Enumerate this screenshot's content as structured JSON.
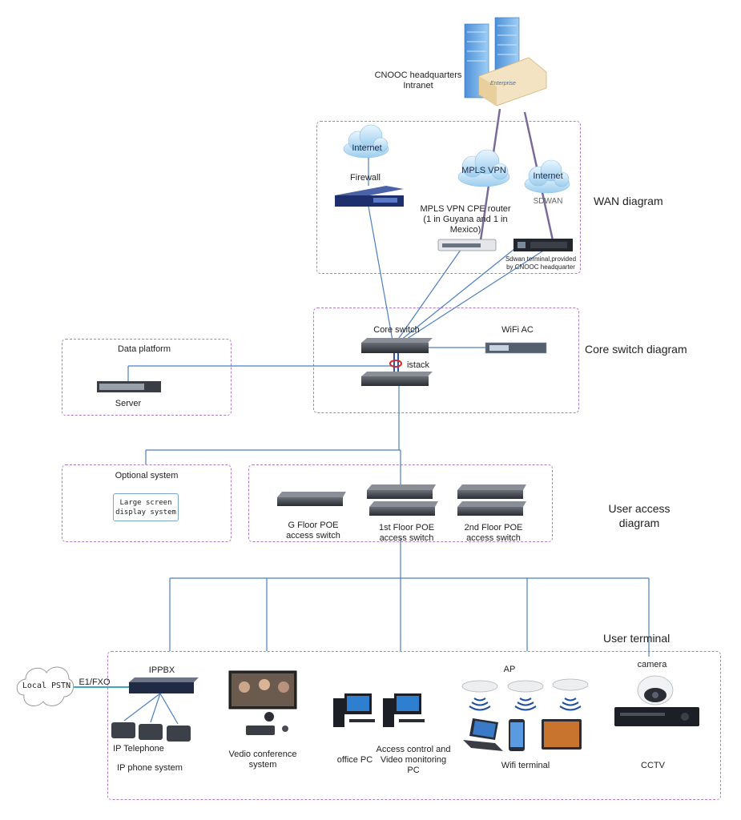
{
  "sections": {
    "wan": "WAN diagram",
    "core": "Core switch diagram",
    "access": "User access diagram",
    "terminal": "User terminal"
  },
  "hq": {
    "label_line1": "CNOOC headquarters",
    "label_line2": "Intranet",
    "building_text": "Enterprise"
  },
  "wan": {
    "internet1": "Internet",
    "firewall": "Firewall",
    "mpls_vpn": "MPLS VPN",
    "internet2": "Internet",
    "sdwan": "SDWAN",
    "cpe_line1": "MPLS VPN CPE router",
    "cpe_line2": "(1 in Guyana and 1 in",
    "cpe_line3": "Mexico)",
    "sdwan_term_line1": "Sdwan terminal,provided",
    "sdwan_term_line2": "by CNOOC headquarter"
  },
  "core": {
    "core_switch": "Core switch",
    "wifi_ac": "WiFi AC",
    "istack": "istack"
  },
  "data_platform": {
    "title": "Data platform",
    "server": "Server"
  },
  "optional": {
    "title": "Optional system",
    "lsd_line1": "Large screen",
    "lsd_line2": "display system"
  },
  "access": {
    "g_line1": "G Floor POE",
    "g_line2": "access switch",
    "f1_line1": "1st Floor POE",
    "f1_line2": "access switch",
    "f2_line1": "2nd Floor POE",
    "f2_line2": "access switch"
  },
  "terminal": {
    "local_pstn": "Local PSTN",
    "e1fxo": "E1/FXO",
    "ippbx": "IPPBX",
    "ip_telephone": "IP Telephone",
    "ip_phone_system": "IP phone system",
    "vc_line1": "Vedio conference",
    "vc_line2": "system",
    "office_pc": "office PC",
    "acv_line1": "Access control and",
    "acv_line2": "Video monitoring",
    "acv_line3": "PC",
    "ap": "AP",
    "wifi_terminal": "Wifi terminal",
    "camera": "camera",
    "cctv": "CCTV"
  },
  "colors": {
    "link": "#4a7fc1",
    "hq_link": "#7a6a9a",
    "dashed_border": "#b07ac9",
    "cloud": "#b9dcf2",
    "device_dark": "#2c2f38"
  }
}
